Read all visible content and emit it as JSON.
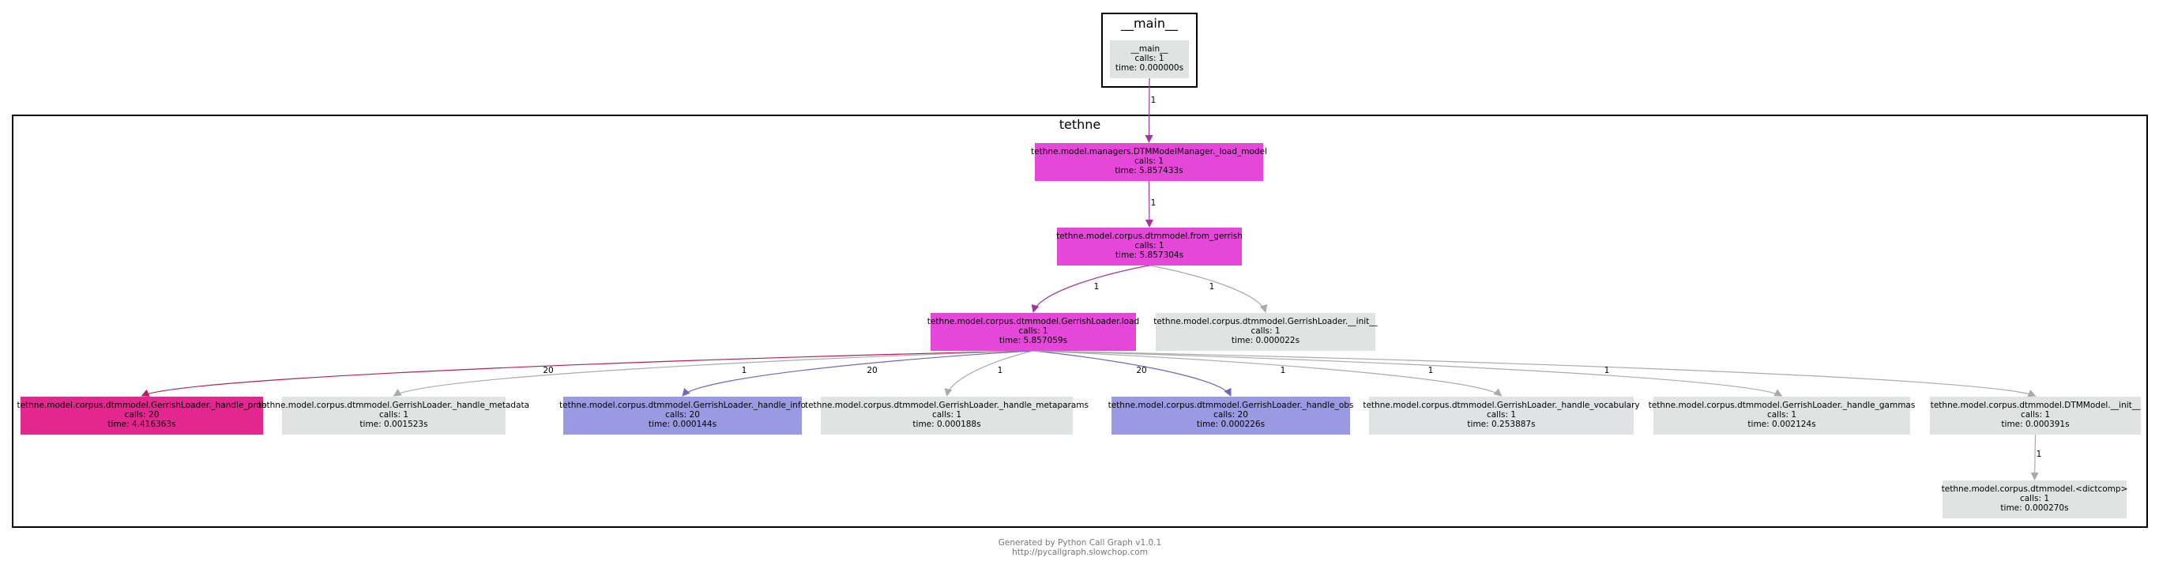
{
  "clusters": {
    "main": {
      "label": "__main__"
    },
    "tethne": {
      "label": "tethne"
    }
  },
  "colors": {
    "hot": "#e547d9",
    "prob": "#e2278e",
    "blue": "#9a9ae3",
    "grey": "#e1e3e3",
    "vocab": "#dfe3e4",
    "edge_hot": "#a632a0",
    "edge_prob": "#b31f5e",
    "edge_blue": "#6f68b8",
    "edge_grey": "#aaaaaa"
  },
  "nodes": {
    "main": {
      "name": "__main__",
      "calls": "calls: 1",
      "time": "time: 0.000000s"
    },
    "load_model": {
      "name": "tethne.model.managers.DTMModelManager._load_model",
      "calls": "calls: 1",
      "time": "time: 5.857433s"
    },
    "from_gerrish": {
      "name": "tethne.model.corpus.dtmmodel.from_gerrish",
      "calls": "calls: 1",
      "time": "time: 5.857304s"
    },
    "gl_load": {
      "name": "tethne.model.corpus.dtmmodel.GerrishLoader.load",
      "calls": "calls: 1",
      "time": "time: 5.857059s"
    },
    "gl_init": {
      "name": "tethne.model.corpus.dtmmodel.GerrishLoader.__init__",
      "calls": "calls: 1",
      "time": "time: 0.000022s"
    },
    "h_prob": {
      "name": "tethne.model.corpus.dtmmodel.GerrishLoader._handle_prob",
      "calls": "calls: 20",
      "time": "time: 4.416363s"
    },
    "h_metadata": {
      "name": "tethne.model.corpus.dtmmodel.GerrishLoader._handle_metadata",
      "calls": "calls: 1",
      "time": "time: 0.001523s"
    },
    "h_info": {
      "name": "tethne.model.corpus.dtmmodel.GerrishLoader._handle_info",
      "calls": "calls: 20",
      "time": "time: 0.000144s"
    },
    "h_metaparams": {
      "name": "tethne.model.corpus.dtmmodel.GerrishLoader._handle_metaparams",
      "calls": "calls: 1",
      "time": "time: 0.000188s"
    },
    "h_obs": {
      "name": "tethne.model.corpus.dtmmodel.GerrishLoader._handle_obs",
      "calls": "calls: 20",
      "time": "time: 0.000226s"
    },
    "h_vocabulary": {
      "name": "tethne.model.corpus.dtmmodel.GerrishLoader._handle_vocabulary",
      "calls": "calls: 1",
      "time": "time: 0.253887s"
    },
    "h_gammas": {
      "name": "tethne.model.corpus.dtmmodel.GerrishLoader._handle_gammas",
      "calls": "calls: 1",
      "time": "time: 0.002124s"
    },
    "dtm_init": {
      "name": "tethne.model.corpus.dtmmodel.DTMModel.__init__",
      "calls": "calls: 1",
      "time": "time: 0.000391s"
    },
    "dictcomp": {
      "name": "tethne.model.corpus.dtmmodel.<dictcomp>",
      "calls": "calls: 1",
      "time": "time: 0.000270s"
    }
  },
  "edges": [
    {
      "from": "main",
      "to": "load_model",
      "label": "1",
      "color": "hot"
    },
    {
      "from": "load_model",
      "to": "from_gerrish",
      "label": "1",
      "color": "hot"
    },
    {
      "from": "from_gerrish",
      "to": "gl_load",
      "label": "1",
      "color": "hot"
    },
    {
      "from": "from_gerrish",
      "to": "gl_init",
      "label": "1",
      "color": "grey"
    },
    {
      "from": "gl_load",
      "to": "h_prob",
      "label": "20",
      "color": "prob"
    },
    {
      "from": "gl_load",
      "to": "h_metadata",
      "label": "1",
      "color": "grey"
    },
    {
      "from": "gl_load",
      "to": "h_info",
      "label": "20",
      "color": "blue"
    },
    {
      "from": "gl_load",
      "to": "h_metaparams",
      "label": "1",
      "color": "grey"
    },
    {
      "from": "gl_load",
      "to": "h_obs",
      "label": "20",
      "color": "blue"
    },
    {
      "from": "gl_load",
      "to": "h_vocabulary",
      "label": "1",
      "color": "grey"
    },
    {
      "from": "gl_load",
      "to": "h_gammas",
      "label": "1",
      "color": "grey"
    },
    {
      "from": "gl_load",
      "to": "dtm_init",
      "label": "1",
      "color": "grey"
    },
    {
      "from": "dtm_init",
      "to": "dictcomp",
      "label": "1",
      "color": "grey"
    }
  ],
  "footer": {
    "line1": "Generated by Python Call Graph v1.0.1",
    "line2": "http://pycallgraph.slowchop.com"
  }
}
